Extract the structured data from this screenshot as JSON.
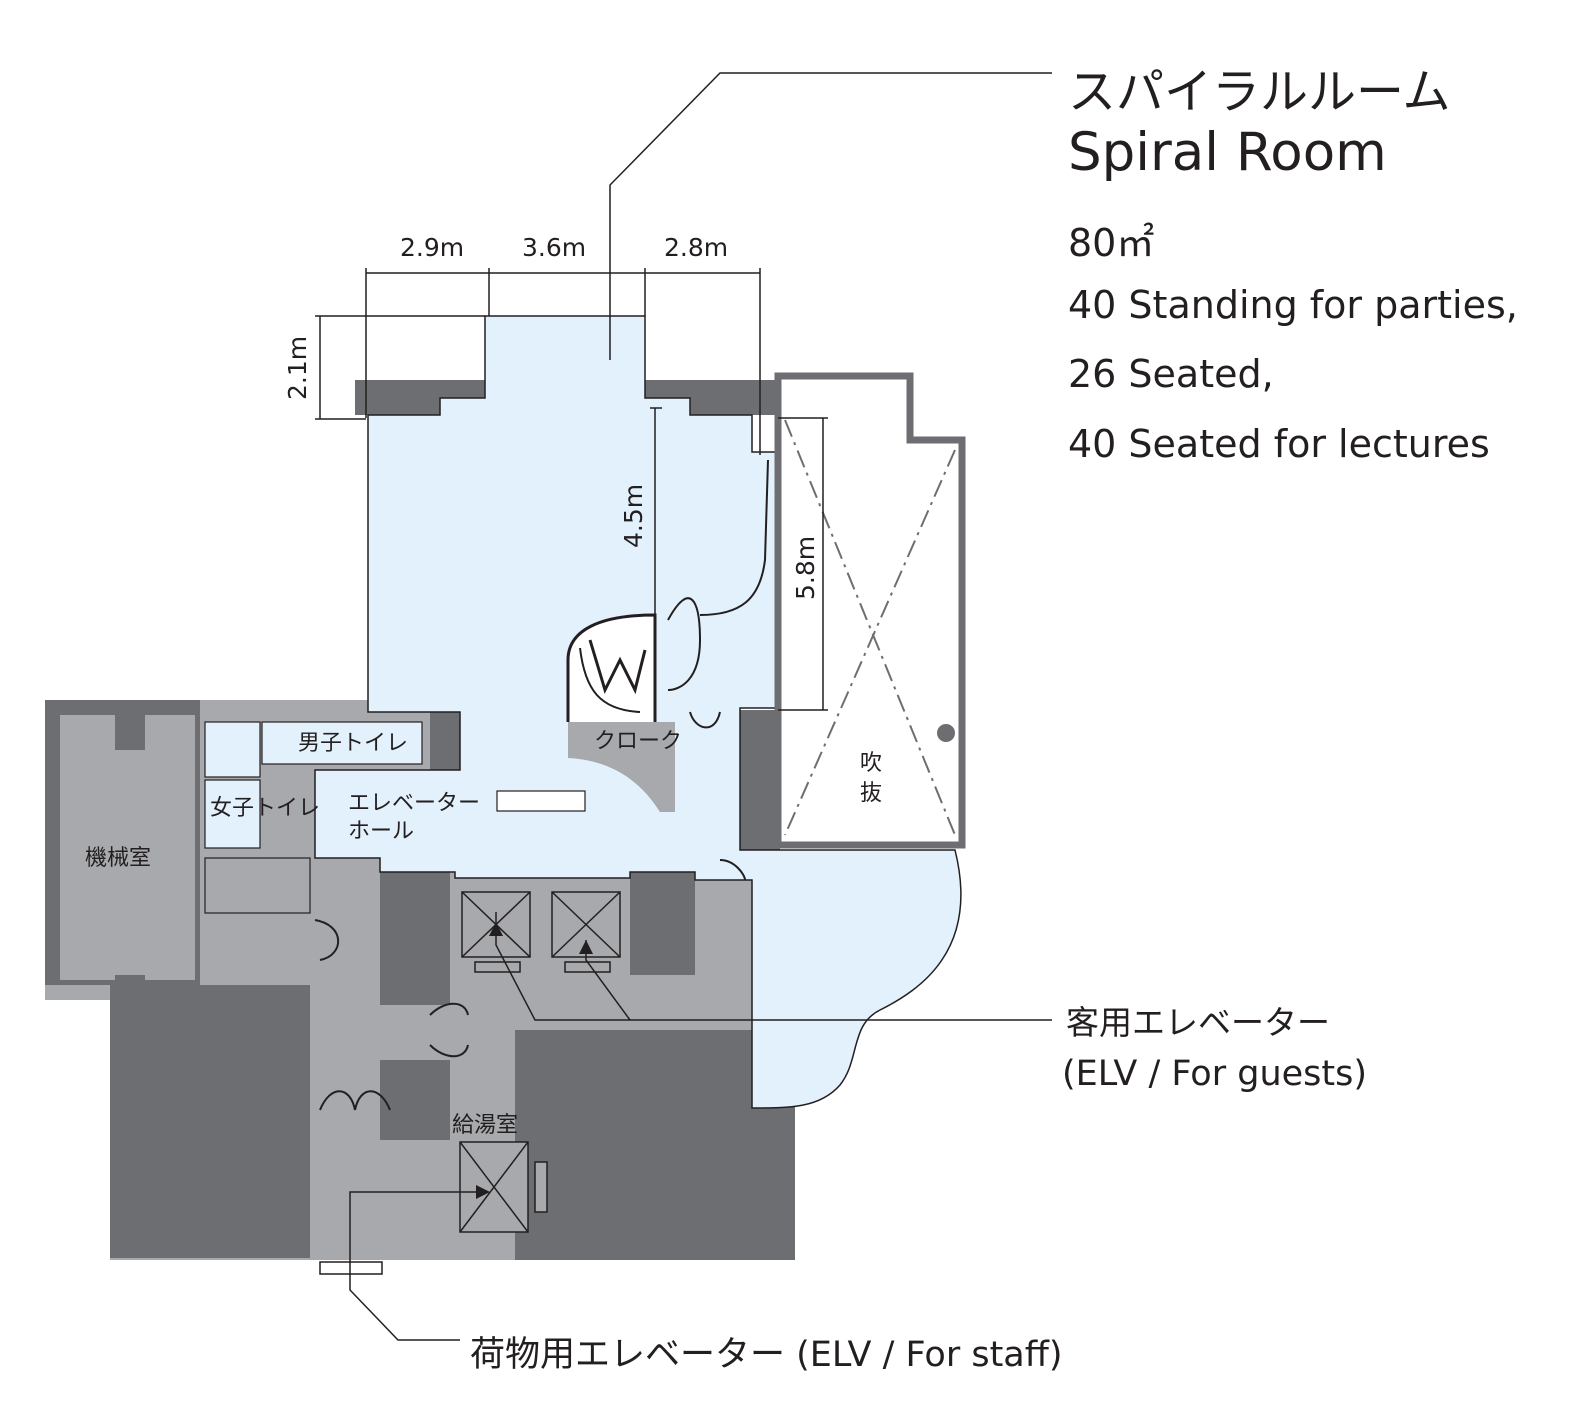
{
  "colors": {
    "room_fill": "#e2f1fb",
    "wall": "#6d6e71",
    "service": "#a7a9ac",
    "line": "#231f20",
    "background": "#ffffff"
  },
  "title": {
    "japanese": "スパイラルルーム",
    "english": "Spiral Room"
  },
  "specs": {
    "area": "80㎡",
    "capacity_standing": "40 Standing for parties,",
    "capacity_seated": "26 Seated,",
    "capacity_lectures": "40 Seated for lectures"
  },
  "dimensions": {
    "width_left": "2.9m",
    "width_center": "3.6m",
    "width_right": "2.8m",
    "alcove_depth": "2.1m",
    "inner_depth": "4.5m",
    "void_depth": "5.8m"
  },
  "rooms": {
    "mens_toilet": "男子トイレ",
    "womens_toilet": "女子トイレ",
    "elevator_hall_line1": "エレベーター",
    "elevator_hall_line2": "ホール",
    "cloak": "クローク",
    "void_line1": "吹",
    "void_line2": "抜",
    "machine_room": "機械室",
    "kitchenette": "給湯室"
  },
  "callouts": {
    "guest_elevator_ja": "客用エレベーター",
    "guest_elevator_en": "(ELV / For guests)",
    "staff_elevator": "荷物用エレベーター (ELV / For staff)"
  }
}
